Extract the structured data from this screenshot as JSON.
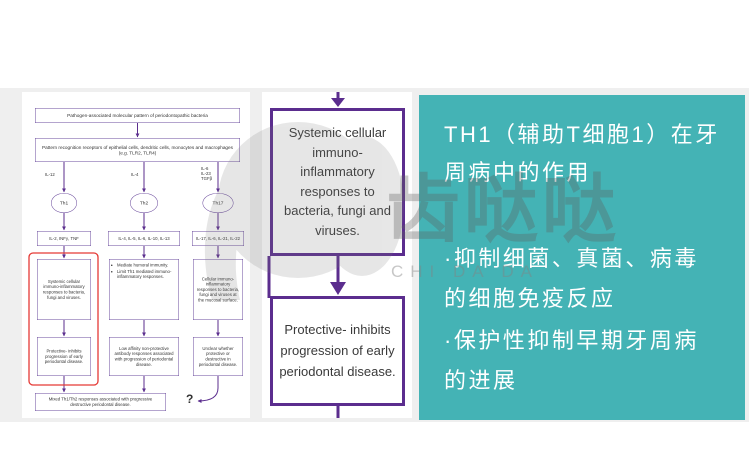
{
  "diagram": {
    "top_box": "Pathogen-associated molecular pattern of periodontopathic bacteria",
    "receptor_box": "Pattern recognition receptors of epithelial cells, dendritic cells, monocytes and macrophages (e.g. TLR2, TLR4)",
    "branches": [
      {
        "signals": [
          "IL-12"
        ],
        "cell": "Th1",
        "cytokines": "IL-2, INFγ, TNF",
        "response": "Systemic cellular immuno-inflammatory responses to bacteria, fungi and viruses.",
        "outcome": "Protective- inhibits progression of early periodontal disease."
      },
      {
        "signals": [
          "IL-4"
        ],
        "cell": "Th2",
        "cytokines": "IL-4, IL-5, IL-6, IL-10, IL-13",
        "response": [
          "Mediate humoral immunity.",
          "Limit Th1 mediated immuno-inflammatory responses."
        ],
        "outcome": "Low affinity non-protective antibody responses associated with progression of periodontal disease."
      },
      {
        "signals": [
          "IL-6",
          "IL-23",
          "TGFβ"
        ],
        "cell": "Th17",
        "cytokines": "IL-17, IL-6, IL-21, IL-22",
        "response": "Cellular immuno-inflammatory responses to bacteria, fungi and viruses at the mucosal surface.",
        "outcome": "Unclear whether protective or destructive in periodontal disease."
      }
    ],
    "bottom_box": "Mixed Th1/Th2 responses associated with progressive destructive periodontal disease.",
    "unknown_mark": "?"
  },
  "zoom": {
    "response_lines": [
      "Systemic cellular",
      "immuno-",
      "inflammatory",
      "responses to",
      "bacteria, fungi and",
      "viruses."
    ],
    "outcome_lines": [
      "Protective- inhibits",
      "progression of early",
      "periodontal disease."
    ]
  },
  "panel": {
    "title_lines": [
      "TH1（辅助T细胞1）在牙",
      "周病中的作用"
    ],
    "points": [
      [
        "·抑制细菌、真菌、病毒",
        "的细胞免疫反应"
      ],
      [
        "·保护性抑制早期牙周病",
        "的进展"
      ]
    ]
  },
  "watermark": {
    "brand": "齿哒哒",
    "romanized": "CHI DA DA",
    "logo_icon": "elephant-icon"
  },
  "colors": {
    "arrow_purple": "#5b2d8e",
    "panel_teal": "#44b3b5",
    "highlight_red": "#e53935",
    "panel_text": "#ffffff"
  }
}
